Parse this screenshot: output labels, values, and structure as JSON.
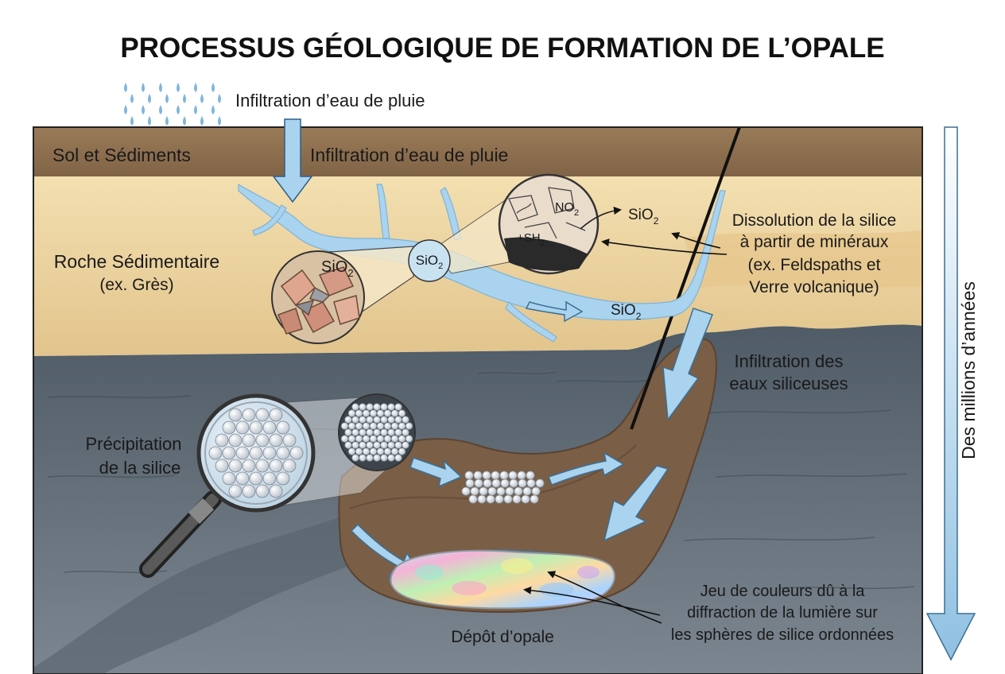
{
  "title": "PROCESSUS GÉOLOGIQUE DE FORMATION DE L’OPALE",
  "labels": {
    "rain_infiltration_top": "Infiltration d’eau de pluie",
    "rain_infiltration_ground": "Infiltration d’eau de pluie",
    "soil": "Sol et Sédiments",
    "sedimentary_rock": [
      "Roche Sédimentaire",
      "(ex. Grès)"
    ],
    "dissolution": [
      "Dissolution de la silice",
      "à partir de minéraux",
      "(ex. Feldspaths et",
      "Verre volcanique)"
    ],
    "siliceous_infiltration": [
      "Infiltration des",
      "eaux siliceuses"
    ],
    "precipitation": [
      "Précipitation",
      "de la silice"
    ],
    "play_of_color": [
      "Jeu de couleurs dû à la",
      "diffraction de la lumière sur",
      "les sphères de silice ordonnées"
    ],
    "opal_deposit": "Dépôt d’opale",
    "time_axis": "Des millions d’années"
  },
  "chemistry": {
    "sio2_base": "SiO",
    "sio2_sub": "2",
    "no2_base": "NO",
    "no2_sub": "2",
    "sh2_base": "+SH",
    "sh2_sub": "2"
  },
  "colors": {
    "soil": "#8a6b4a",
    "sandstone": "#e9cf9a",
    "bedrock": "#5c6873",
    "water": "#a9d3ee",
    "cavity": "#7a5e45"
  }
}
